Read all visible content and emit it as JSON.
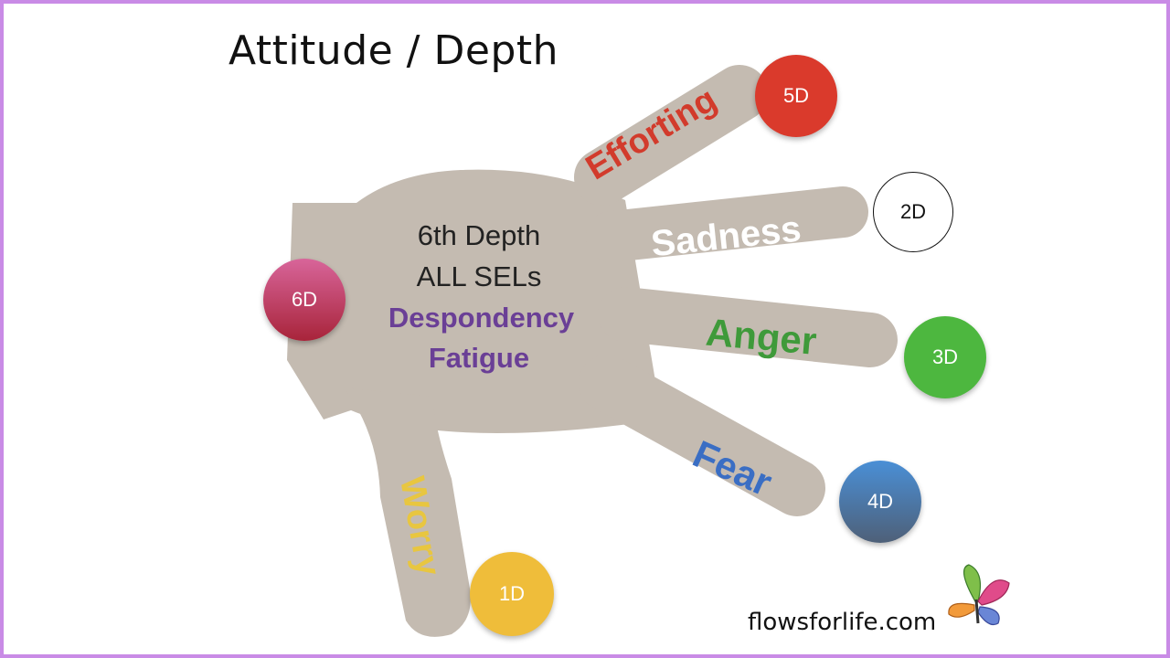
{
  "title": "Attitude / Depth",
  "palm": {
    "line1": "6th Depth",
    "line2": "ALL SELs",
    "line3": "Despondency",
    "line4": "Fatigue"
  },
  "fingers": {
    "efforting": "Efforting",
    "sadness": "Sadness",
    "anger": "Anger",
    "fear": "Fear",
    "worry": "Worry"
  },
  "badges": {
    "d1": "1D",
    "d2": "2D",
    "d3": "3D",
    "d4": "4D",
    "d5": "5D",
    "d6": "6D"
  },
  "footer": {
    "site": "flowsforlife.com"
  },
  "colors": {
    "frame": "#c98be6",
    "hand": "#c4bbb1",
    "efforting": "#d23b2c",
    "sadness": "#ffffff",
    "anger": "#3f9a3a",
    "fear": "#3a6ec4",
    "worry": "#e8c640",
    "despondency": "#6a3f96",
    "badge_1d": "#efbd3a",
    "badge_2d": "#ffffff",
    "badge_3d": "#4db73f",
    "badge_4d": "#4a86c8",
    "badge_5d": "#da3a2c",
    "badge_6d": "#c03b5c"
  }
}
